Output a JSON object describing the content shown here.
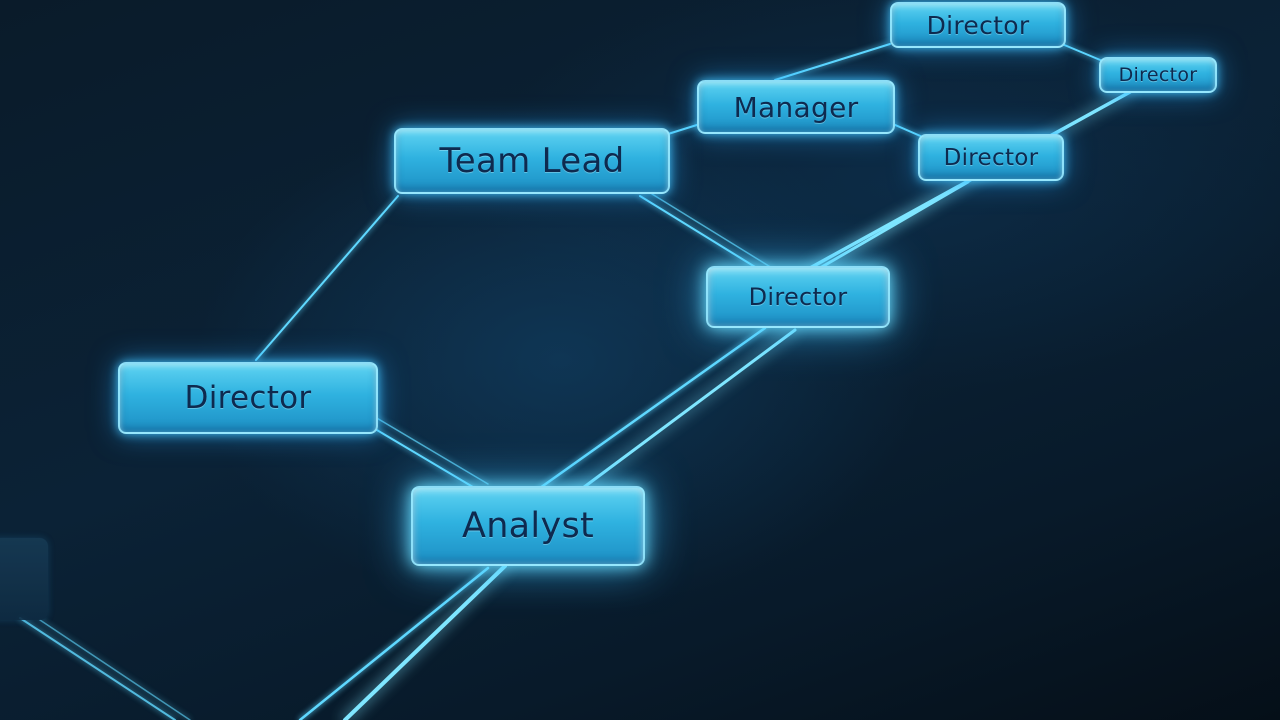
{
  "diagram": {
    "nodes": [
      {
        "id": "director_top",
        "label": "Director"
      },
      {
        "id": "director_right",
        "label": "Director"
      },
      {
        "id": "manager",
        "label": "Manager"
      },
      {
        "id": "director_mid_right",
        "label": "Director"
      },
      {
        "id": "team_lead",
        "label": "Team Lead"
      },
      {
        "id": "director_center",
        "label": "Director"
      },
      {
        "id": "director_left",
        "label": "Director"
      },
      {
        "id": "analyst",
        "label": "Analyst"
      }
    ],
    "edges": [
      {
        "from": "manager",
        "to": "director_top"
      },
      {
        "from": "director_top",
        "to": "director_right"
      },
      {
        "from": "team_lead",
        "to": "manager"
      },
      {
        "from": "manager",
        "to": "director_mid_right"
      },
      {
        "from": "team_lead",
        "to": "director_center"
      },
      {
        "from": "director_right",
        "to": "director_center"
      },
      {
        "from": "director_mid_right",
        "to": "director_center"
      },
      {
        "from": "team_lead",
        "to": "director_left"
      },
      {
        "from": "director_left",
        "to": "analyst"
      },
      {
        "from": "director_center",
        "to": "analyst"
      }
    ],
    "colors": {
      "background": "#0a1f30",
      "node_fill": "#2fb2e0",
      "node_text": "#0e2a4f",
      "link": "#5fd8ff"
    }
  }
}
